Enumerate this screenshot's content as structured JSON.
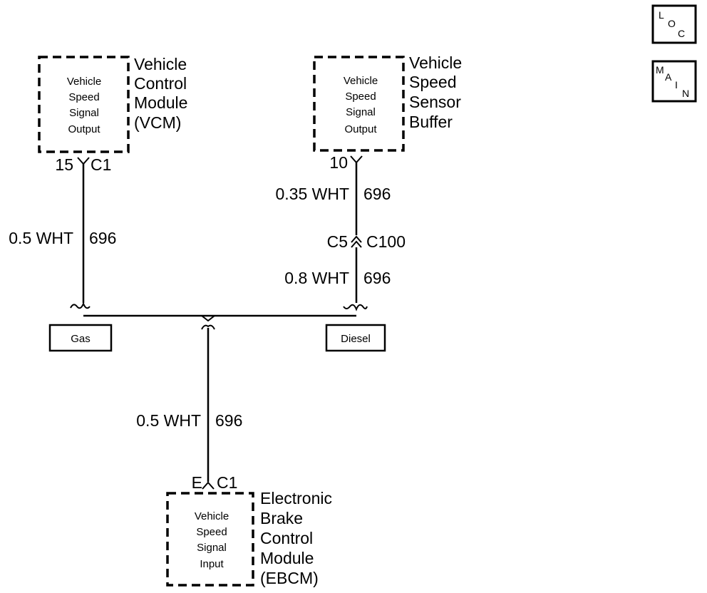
{
  "modules": {
    "vcm": {
      "inner": [
        "Vehicle",
        "Speed",
        "Signal",
        "Output"
      ],
      "name": [
        "Vehicle",
        "Control",
        "Module",
        "(VCM)"
      ],
      "pin": "15",
      "connector": "C1"
    },
    "vssb": {
      "inner": [
        "Vehicle",
        "Speed",
        "Signal",
        "Output"
      ],
      "name": [
        "Vehicle",
        "Speed",
        "Sensor",
        "Buffer"
      ],
      "pin": "10"
    },
    "ebcm": {
      "inner": [
        "Vehicle",
        "Speed",
        "Signal",
        "Input"
      ],
      "name": [
        "Electronic",
        "Brake",
        "Control",
        "Module",
        "(EBCM)"
      ],
      "pin": "E",
      "connector": "C1"
    }
  },
  "wires": {
    "vcm_wire": {
      "gauge_color": "0.5 WHT",
      "circuit": "696"
    },
    "vssb_upper": {
      "gauge_color": "0.35 WHT",
      "circuit": "696"
    },
    "vssb_lower": {
      "gauge_color": "0.8 WHT",
      "circuit": "696"
    },
    "ebcm_wire": {
      "gauge_color": "0.5 WHT",
      "circuit": "696"
    }
  },
  "inline_connector": {
    "left": "C5",
    "right": "C100"
  },
  "options": {
    "gas": "Gas",
    "diesel": "Diesel"
  },
  "nav_icons": {
    "loc": [
      "L",
      "O",
      "C"
    ],
    "main": [
      "M",
      "A",
      "I",
      "N"
    ]
  }
}
